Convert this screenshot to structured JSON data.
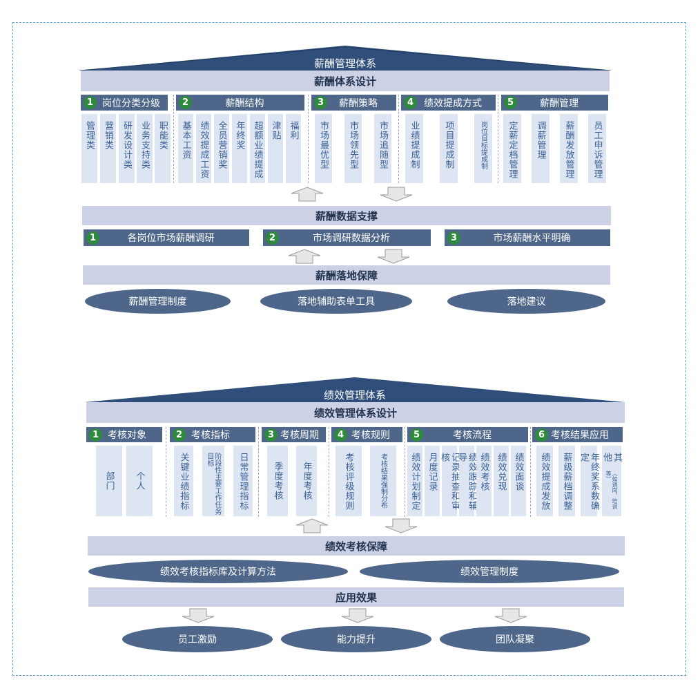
{
  "salary": {
    "roof_title": "薪酬管理体系",
    "design_title": "薪酬体系设计",
    "categories": [
      {
        "num": "1",
        "label": "岗位分类分级",
        "items": [
          "管理类",
          "营销类",
          "研发设计类",
          "业务支持类",
          "职能类"
        ]
      },
      {
        "num": "2",
        "label": "薪酬结构",
        "items": [
          "基本工资",
          "绩效提成工资",
          "全员营销奖",
          "年终奖",
          "超额业绩提成",
          "津贴",
          "福利"
        ]
      },
      {
        "num": "3",
        "label": "薪酬策略",
        "items": [
          "市场最优型",
          "市场领先型",
          "市场追随型"
        ]
      },
      {
        "num": "4",
        "label": "绩效提成方式",
        "items": [
          "业绩提成制",
          "项目提成制",
          "岗位目标提成制"
        ]
      },
      {
        "num": "5",
        "label": "薪酬管理",
        "items": [
          "定薪定档管理",
          "调薪管理",
          "薪酬发放管理",
          "员工申诉管理"
        ]
      }
    ],
    "data_support_title": "薪酬数据支撑",
    "data_support": [
      {
        "num": "1",
        "label": "各岗位市场薪酬调研"
      },
      {
        "num": "2",
        "label": "市场调研数据分析"
      },
      {
        "num": "3",
        "label": "市场薪酬水平明确"
      }
    ],
    "landing_title": "薪酬落地保障",
    "landing_items": [
      "薪酬管理制度",
      "落地辅助表单工具",
      "落地建议"
    ]
  },
  "performance": {
    "roof_title": "绩效管理体系",
    "design_title": "绩效管理体系设计",
    "categories": [
      {
        "num": "1",
        "label": "考核对象",
        "items": [
          "部门",
          "个人"
        ]
      },
      {
        "num": "2",
        "label": "考核指标",
        "items": [
          "关键业绩指标",
          "阶段性主要工作任务目标",
          "日常管理指标"
        ]
      },
      {
        "num": "3",
        "label": "考核周期",
        "items": [
          "季度考核",
          "年度考核"
        ]
      },
      {
        "num": "4",
        "label": "考核规则",
        "items": [
          "考核评级规则",
          "考核结果强制分布"
        ]
      },
      {
        "num": "5",
        "label": "考核流程",
        "items": [
          "绩效计划制定",
          "月度记录",
          "记录抽查和审核",
          "绩效跟踪和辅导",
          "绩效考核",
          "绩效兑现",
          "绩效面谈"
        ]
      },
      {
        "num": "6",
        "label": "考核结果应用",
        "items": [
          "绩效提成发放",
          "薪级薪档调整",
          "年终奖系数确定",
          "其他",
          "（如调岗、培训等）"
        ]
      }
    ],
    "guarantee_title": "绩效考核保障",
    "guarantee_items": [
      "绩效考核指标库及计算方法",
      "绩效管理制度"
    ],
    "effect_title": "应用效果",
    "effect_items": [
      "员工激励",
      "能力提升",
      "团队凝聚"
    ]
  },
  "colors": {
    "header": "#4d6689",
    "bar": "#cdd1e6",
    "column": "#dde5f2",
    "number_badge": "#2e8a3c",
    "roof": "#2f4f7a"
  }
}
